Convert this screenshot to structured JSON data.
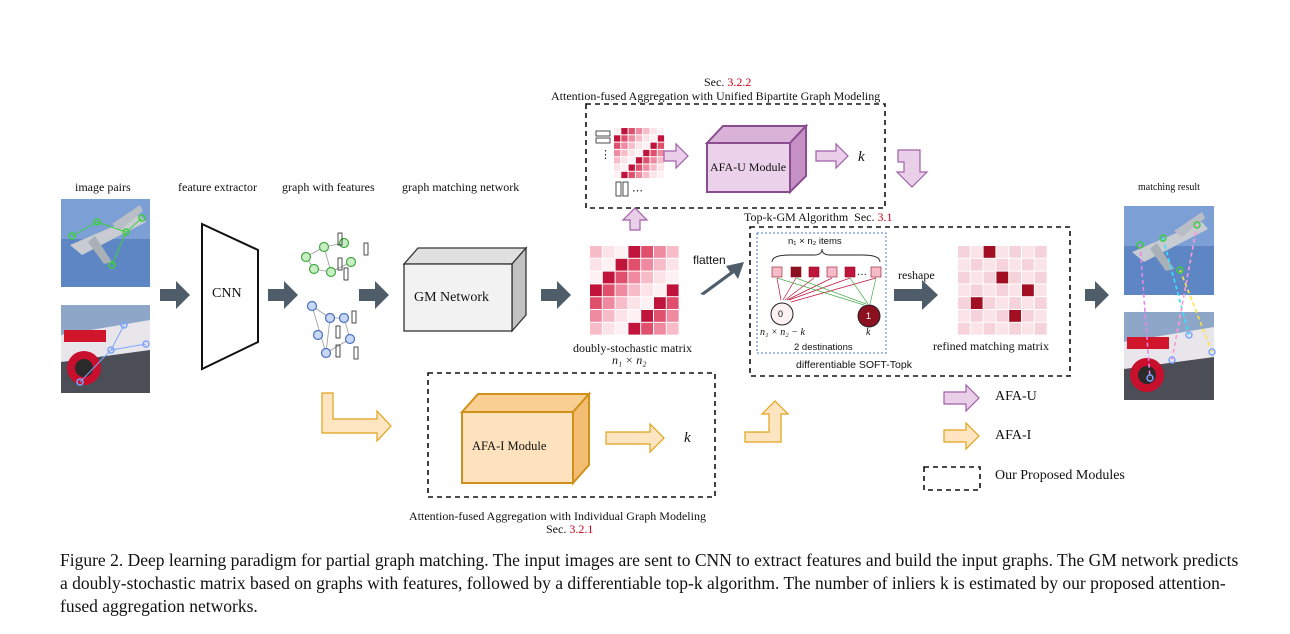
{
  "sec_top": {
    "prefix": "Sec. ",
    "num": "3.2.2"
  },
  "afa_u_title": "Attention-fused Aggregation with Unified Bipartite Graph Modeling",
  "afa_u_module": "AFA-U Module",
  "k_symbol": "k",
  "stages": {
    "image_pairs": "image pairs",
    "feature_extractor": "feature extractor",
    "graph_with_features": "graph with features",
    "graph_matching_network": "graph matching network",
    "matching_result": "matching result"
  },
  "cnn": "CNN",
  "gm_network": "GM Network",
  "flatten": "flatten",
  "dsm_label": "doubly-stochastic matrix",
  "dsm_dims": "n₁ × n₂",
  "topk": {
    "title": "Top-k-GM Algorithm",
    "sec_prefix": "Sec. ",
    "sec_num": "3.1",
    "items": "n₁ × n₂ items",
    "left_count": "n₁ × n₂ − k",
    "destinations": "2 destinations",
    "node0": "0",
    "node1": "1",
    "soft": "differentiable SOFT-Topk"
  },
  "reshape": "reshape",
  "refined_label": "refined matching matrix",
  "afa_i_module": "AFA-I Module",
  "afa_i_title": "Attention-fused Aggregation with Individual Graph Modeling",
  "sec_bottom": {
    "prefix": "Sec. ",
    "num": "3.2.1"
  },
  "legend": {
    "afa_u": "AFA-U",
    "afa_i": "AFA-I",
    "proposed": "Our Proposed Modules"
  },
  "colors": {
    "purple": "#a15fa8",
    "purple_fill": "#e7c7e6",
    "orange": "#e0a21a",
    "orange_fill": "#fbe2bc",
    "dark_arrow": "#4f5d6b",
    "matrix_red": "#c0143c"
  },
  "caption": "Figure 2. Deep learning paradigm for partial graph matching. The input images are sent to CNN to extract features and build the input graphs. The GM network predicts a doubly-stochastic matrix based on graphs with features, followed by a differentiable top-k algorithm. The number of inliers k is estimated by our proposed attention-fused aggregation networks."
}
